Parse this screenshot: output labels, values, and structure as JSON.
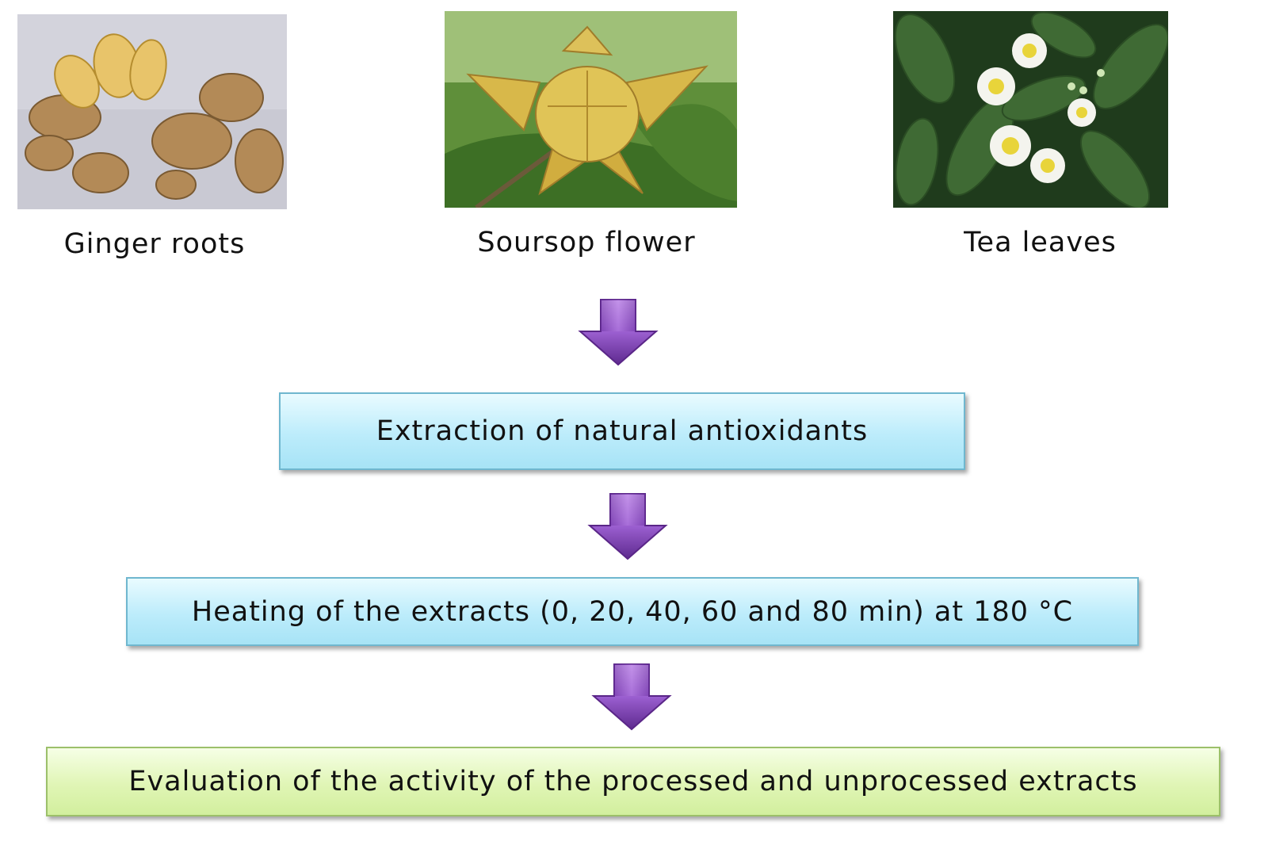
{
  "sources": [
    {
      "caption": "Ginger roots",
      "image": "ginger-roots-photo"
    },
    {
      "caption": "Soursop flower",
      "image": "soursop-flower-photo"
    },
    {
      "caption": "Tea leaves",
      "image": "tea-leaves-photo"
    }
  ],
  "steps": [
    {
      "label": "Extraction of natural antioxidants"
    },
    {
      "label": "Heating of the extracts (0, 20, 40, 60 and 80 min) at 180 °C"
    },
    {
      "label": "Evaluation of the activity of the processed and unprocessed extracts"
    }
  ],
  "colors": {
    "arrow": "#7b3fb0",
    "step_box_blue": "#bcecfb",
    "step_box_green": "#e0f5b5"
  }
}
